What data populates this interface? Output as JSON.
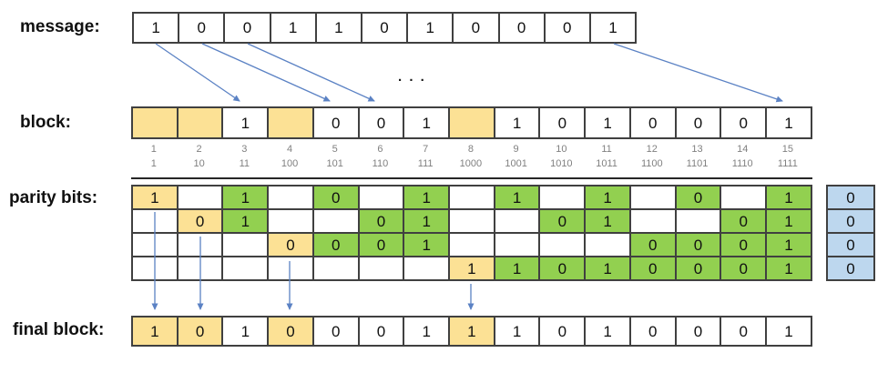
{
  "labels": {
    "message": "message:",
    "block": "block:",
    "parity": "parity bits:",
    "final": "final block:",
    "ellipsis": ". . ."
  },
  "message": {
    "bits": [
      "1",
      "0",
      "0",
      "1",
      "1",
      "0",
      "1",
      "0",
      "0",
      "0",
      "1"
    ]
  },
  "block": {
    "cells": [
      {
        "v": "",
        "hl": "yellow"
      },
      {
        "v": "",
        "hl": "yellow"
      },
      {
        "v": "1"
      },
      {
        "v": "",
        "hl": "yellow"
      },
      {
        "v": "0"
      },
      {
        "v": "0"
      },
      {
        "v": "1"
      },
      {
        "v": "",
        "hl": "yellow"
      },
      {
        "v": "1"
      },
      {
        "v": "0"
      },
      {
        "v": "1"
      },
      {
        "v": "0"
      },
      {
        "v": "0"
      },
      {
        "v": "0"
      },
      {
        "v": "1"
      }
    ]
  },
  "positions": {
    "decimal": [
      "1",
      "2",
      "3",
      "4",
      "5",
      "6",
      "7",
      "8",
      "9",
      "10",
      "11",
      "12",
      "13",
      "14",
      "15"
    ],
    "binary": [
      "1",
      "10",
      "11",
      "100",
      "101",
      "110",
      "111",
      "1000",
      "1001",
      "1010",
      "1011",
      "1100",
      "1101",
      "1110",
      "1111"
    ]
  },
  "parity": {
    "rows": [
      [
        {
          "v": "1",
          "hl": "yellow"
        },
        {
          "v": ""
        },
        {
          "v": "1",
          "hl": "green"
        },
        {
          "v": ""
        },
        {
          "v": "0",
          "hl": "green"
        },
        {
          "v": ""
        },
        {
          "v": "1",
          "hl": "green"
        },
        {
          "v": ""
        },
        {
          "v": "1",
          "hl": "green"
        },
        {
          "v": ""
        },
        {
          "v": "1",
          "hl": "green"
        },
        {
          "v": ""
        },
        {
          "v": "0",
          "hl": "green"
        },
        {
          "v": ""
        },
        {
          "v": "1",
          "hl": "green"
        }
      ],
      [
        {
          "v": ""
        },
        {
          "v": "0",
          "hl": "yellow"
        },
        {
          "v": "1",
          "hl": "green"
        },
        {
          "v": ""
        },
        {
          "v": ""
        },
        {
          "v": "0",
          "hl": "green"
        },
        {
          "v": "1",
          "hl": "green"
        },
        {
          "v": ""
        },
        {
          "v": ""
        },
        {
          "v": "0",
          "hl": "green"
        },
        {
          "v": "1",
          "hl": "green"
        },
        {
          "v": ""
        },
        {
          "v": ""
        },
        {
          "v": "0",
          "hl": "green"
        },
        {
          "v": "1",
          "hl": "green"
        }
      ],
      [
        {
          "v": ""
        },
        {
          "v": ""
        },
        {
          "v": ""
        },
        {
          "v": "0",
          "hl": "yellow"
        },
        {
          "v": "0",
          "hl": "green"
        },
        {
          "v": "0",
          "hl": "green"
        },
        {
          "v": "1",
          "hl": "green"
        },
        {
          "v": ""
        },
        {
          "v": ""
        },
        {
          "v": ""
        },
        {
          "v": ""
        },
        {
          "v": "0",
          "hl": "green"
        },
        {
          "v": "0",
          "hl": "green"
        },
        {
          "v": "0",
          "hl": "green"
        },
        {
          "v": "1",
          "hl": "green"
        }
      ],
      [
        {
          "v": ""
        },
        {
          "v": ""
        },
        {
          "v": ""
        },
        {
          "v": ""
        },
        {
          "v": ""
        },
        {
          "v": ""
        },
        {
          "v": ""
        },
        {
          "v": "1",
          "hl": "yellow"
        },
        {
          "v": "1",
          "hl": "green"
        },
        {
          "v": "0",
          "hl": "green"
        },
        {
          "v": "1",
          "hl": "green"
        },
        {
          "v": "0",
          "hl": "green"
        },
        {
          "v": "0",
          "hl": "green"
        },
        {
          "v": "0",
          "hl": "green"
        },
        {
          "v": "1",
          "hl": "green"
        }
      ]
    ],
    "results": [
      "0",
      "0",
      "0",
      "0"
    ]
  },
  "final": {
    "cells": [
      {
        "v": "1",
        "hl": "yellow"
      },
      {
        "v": "0",
        "hl": "yellow"
      },
      {
        "v": "1"
      },
      {
        "v": "0",
        "hl": "yellow"
      },
      {
        "v": "0"
      },
      {
        "v": "0"
      },
      {
        "v": "1"
      },
      {
        "v": "1",
        "hl": "yellow"
      },
      {
        "v": "1"
      },
      {
        "v": "0"
      },
      {
        "v": "1"
      },
      {
        "v": "0"
      },
      {
        "v": "0"
      },
      {
        "v": "0"
      },
      {
        "v": "1"
      }
    ]
  },
  "colors": {
    "highlight_yellow": "#FCE195",
    "check_green": "#92D050",
    "result_blue": "#BDD7EE",
    "arrow_blue": "#5B82C4",
    "grid_border": "#404040",
    "index_gray": "#808080"
  }
}
